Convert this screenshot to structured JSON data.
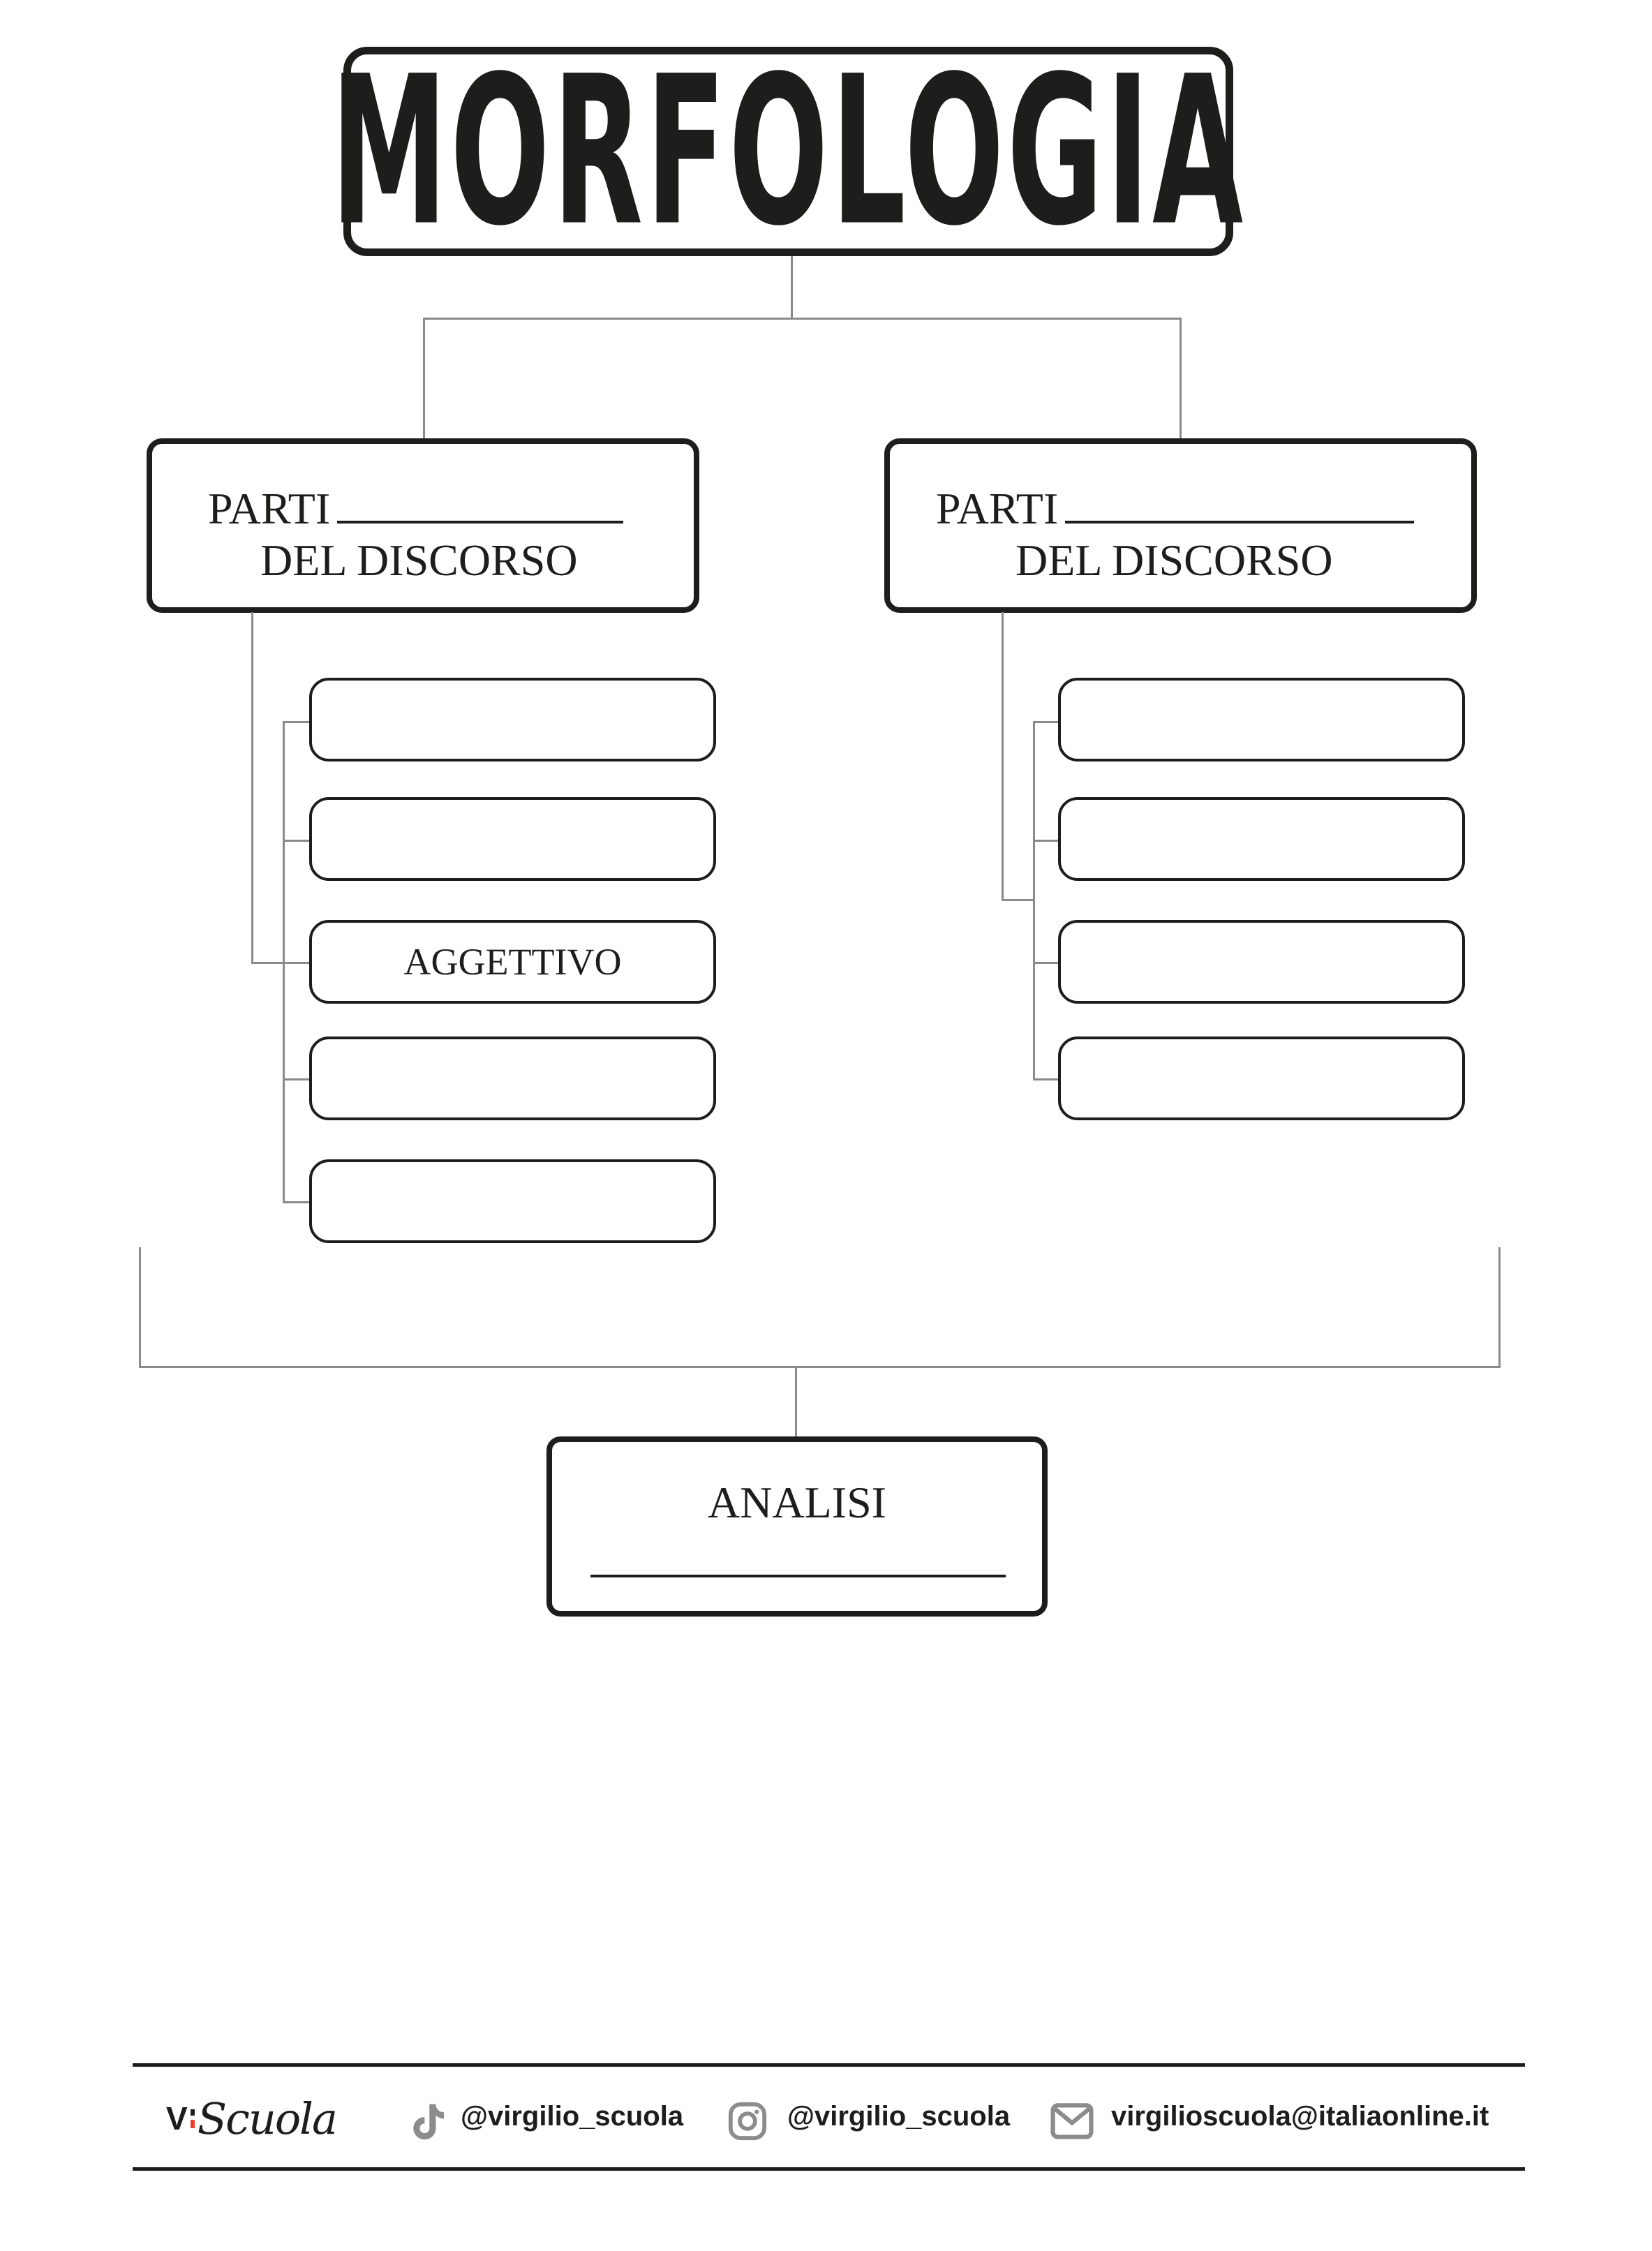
{
  "title": "MORFOLOGIA",
  "left_category": {
    "line1": "PARTI",
    "line2": "DEL DISCORSO",
    "items": [
      "",
      "",
      "AGGETTIVO",
      "",
      ""
    ]
  },
  "right_category": {
    "line1": "PARTI",
    "line2": "DEL DISCORSO",
    "items": [
      "",
      "",
      "",
      ""
    ]
  },
  "analysis": {
    "label": "ANALISI"
  },
  "footer": {
    "logo": "V:Scuola",
    "tiktok": "@virgilio_scuola",
    "instagram": "@virgilio_scuola",
    "email": "virgilioscuola@italiaonline.it"
  },
  "colors": {
    "ink": "#1d1d1b",
    "connector": "#8a8a8a",
    "logo_accent": "#e8432d",
    "icon_gray": "#8c8c8c"
  }
}
